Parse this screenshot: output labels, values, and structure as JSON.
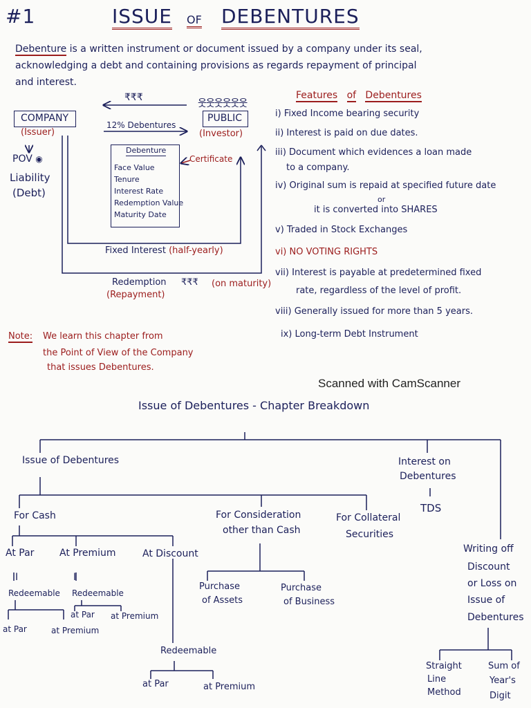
{
  "header": {
    "number": "#1",
    "title_word1": "ISSUE",
    "title_word2": "OF",
    "title_word3": "DEBENTURES"
  },
  "definition": {
    "term": "Debenture",
    "line1": "is a written instrument or document issued by a company under its seal,",
    "line2": "acknowledging a debt and containing provisions as regards repayment of principal",
    "line3": "and interest."
  },
  "diagram": {
    "rupees_top": "₹₹₹",
    "company": "COMPANY",
    "issuer": "(Issuer)",
    "public": "PUBLIC",
    "investor": "(Investor)",
    "debentures_12": "12% Debentures",
    "pov": "POV",
    "liability": "Liability",
    "debt": "(Debt)",
    "certificate": "Certificate",
    "cert_title": "Debenture",
    "cert_items": [
      "Face Value",
      "Tenure",
      "Interest Rate",
      "Redemption Value",
      "Maturity Date"
    ],
    "fixed_interest": "Fixed Interest",
    "half_yearly": "(half-yearly)",
    "redemption": "Redemption",
    "repayment": "(Repayment)",
    "rupees_bottom": "₹₹₹",
    "on_maturity": "(on maturity)"
  },
  "features": {
    "heading_a": "Features",
    "heading_b": "of",
    "heading_c": "Debentures",
    "f1": "i) Fixed Income bearing security",
    "f2": "ii) Interest is paid on due dates.",
    "f3a": "iii) Document which evidences a loan made",
    "f3b": "to a company.",
    "f4a": "iv) Original sum is repaid at specified future date",
    "f4or": "or",
    "f4b": "it is converted into SHARES",
    "f5": "v) Traded in Stock Exchanges",
    "f6": "vi) NO VOTING RIGHTS",
    "f7a": "vii) Interest is payable at predetermined fixed",
    "f7b": "rate, regardless of the level of profit.",
    "f8": "viii) Generally issued for more than 5 years.",
    "f9": "ix) Long-term Debt Instrument"
  },
  "note": {
    "label": "Note:",
    "line1": "We learn this chapter from",
    "line2": "the Point of View of the Company",
    "line3": "that issues Debentures."
  },
  "scanner": "Scanned with CamScanner",
  "breakdown": {
    "title": "Issue of Debentures - Chapter Breakdown",
    "issue": "Issue of Debentures",
    "interest_a": "Interest on",
    "interest_b": "Debentures",
    "tds": "TDS",
    "for_cash": "For Cash",
    "consideration_a": "For Consideration",
    "consideration_b": "other than Cash",
    "collateral_a": "For Collateral",
    "collateral_b": "Securities",
    "at_par": "At Par",
    "at_premium": "At Premium",
    "at_discount": "At Discount",
    "purchase_assets_a": "Purchase",
    "purchase_assets_b": "of Assets",
    "purchase_business_a": "Purchase",
    "purchase_business_b": "of Business",
    "redeemable": "Redeemable",
    "lc_at_par": "at Par",
    "lc_at_premium": "at Premium",
    "writeoff": [
      "Writing off",
      "Discount",
      "or Loss on",
      "Issue of",
      "Debentures"
    ],
    "slm": [
      "Straight",
      "Line",
      "Method"
    ],
    "syd": [
      "Sum of",
      "Year's",
      "Digit"
    ]
  }
}
